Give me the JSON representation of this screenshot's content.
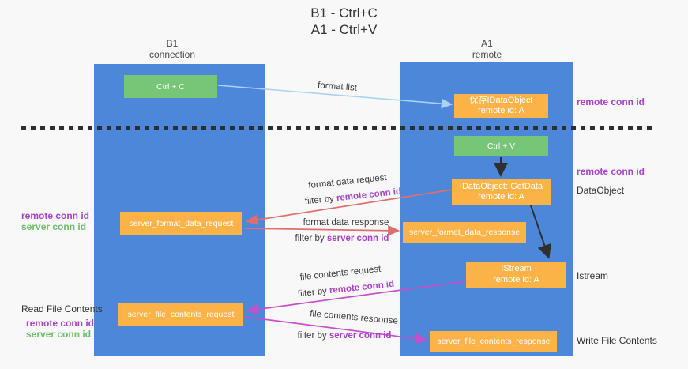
{
  "title": {
    "line1": "B1 - Ctrl+C",
    "line2": "A1 - Ctrl+V"
  },
  "lanes": {
    "b1": {
      "name": "B1",
      "role": "connection"
    },
    "a1": {
      "name": "A1",
      "role": "remote"
    }
  },
  "nodes": {
    "ctrl_c": {
      "label": "Ctrl + C"
    },
    "save_dataobject": {
      "line1": "保存IDataObject",
      "line2": "remote id: A"
    },
    "ctrl_v": {
      "label": "Ctrl + V"
    },
    "getdata": {
      "line1": "IDataObject::GetData",
      "line2": "remote id: A"
    },
    "server_format_data_request": {
      "label": "server_format_data_request"
    },
    "server_format_data_response": {
      "label": "server_format_data_response"
    },
    "istream": {
      "line1": "IStream",
      "line2": "remote id: A"
    },
    "server_file_contents_request": {
      "label": "server_file_contents_request"
    },
    "server_file_contents_response": {
      "label": "server_file_contents_response"
    }
  },
  "edge_labels": {
    "format_list": "format list",
    "format_data_request": "format data request",
    "format_data_response": "format data response",
    "file_contents_request": "file contents request",
    "file_contents_response": "file contents response",
    "filter_by": "filter by",
    "remote_conn_id": "remote conn id",
    "server_conn_id": "server conn id"
  },
  "side_labels": {
    "right_remote_conn_id_top": "remote conn id",
    "right_remote_conn_id_mid": "remote conn id",
    "dataobject": "DataObject",
    "istream": "Istream",
    "write_file_contents": "Write File Contents",
    "left_remote_conn_id_mid": "remote conn id",
    "left_server_conn_id_mid": "server conn id",
    "read_file_contents": "Read File Contents",
    "left_remote_conn_id_bottom": "remote conn id",
    "left_server_conn_id_bottom": "server conn id"
  },
  "colors": {
    "lane_blue": "#4c87da",
    "node_green": "#77c577",
    "node_orange": "#fbb347",
    "arrow_blue": "#a9d3f0",
    "arrow_red": "#df6e6e",
    "arrow_magenta": "#c74fc9",
    "text_purple": "#a843c8",
    "text_green": "#6abf69"
  }
}
